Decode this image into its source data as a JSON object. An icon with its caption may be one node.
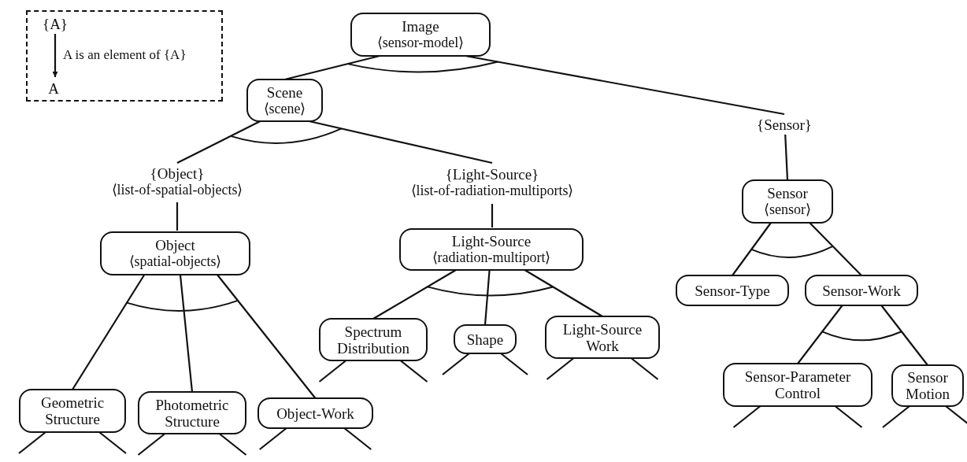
{
  "diagram": {
    "nodes": [
      {
        "text": [],
        "shape": "box"
      },
      {
        "text": [
          "{A}"
        ],
        "in": 0
      },
      {
        "text": [
          "A"
        ],
        "in": 0
      },
      {
        "text": [
          "Image",
          "⟨sensor-model⟩"
        ]
      },
      {
        "text": [
          "Scene",
          "⟨scene⟩"
        ]
      },
      {
        "text": [
          "{Sensor}"
        ]
      },
      {
        "text": [
          "{Object}",
          "⟨list-of-spatial-objects⟩"
        ]
      },
      {
        "text": [
          "{Light-Source}",
          "⟨list-of-radiation-multiports⟩"
        ]
      },
      {
        "text": [
          "Object",
          "⟨spatial-objects⟩"
        ]
      },
      {
        "text": [
          "Light-Source",
          "⟨radiation-multiport⟩"
        ]
      },
      {
        "text": [
          "Sensor",
          "⟨sensor⟩"
        ]
      },
      {
        "text": [
          "Geometric Structure"
        ]
      },
      {
        "text": [
          "Photometric Structure"
        ]
      },
      {
        "text": [
          "Object-Work"
        ]
      },
      {
        "text": [
          "Spectrum Distribution"
        ]
      },
      {
        "text": [
          "Shape"
        ]
      },
      {
        "text": [
          "Light-Source Work"
        ]
      },
      {
        "text": [
          "Sensor-Type"
        ]
      },
      {
        "text": [
          "Sensor-Work"
        ]
      },
      {
        "text": [
          "Sensor-Parameter Control"
        ]
      },
      {
        "text": [
          "Sensor Motion"
        ]
      }
    ],
    "edges": [
      {
        "from": 1,
        "to": 2,
        "arrow": "to",
        "label": "A is an element of {A}"
      },
      {
        "from": 3,
        "to": 4,
        "arrow": "none"
      },
      {
        "from": 3,
        "to": 5,
        "arrow": "none"
      },
      {
        "from": 4,
        "to": 6,
        "arrow": "none"
      },
      {
        "from": 4,
        "to": 7,
        "arrow": "none"
      },
      {
        "from": 6,
        "to": 8,
        "arrow": "none"
      },
      {
        "from": 7,
        "to": 9,
        "arrow": "none"
      },
      {
        "from": 5,
        "to": 10,
        "arrow": "none"
      },
      {
        "from": 8,
        "to": 11,
        "arrow": "none"
      },
      {
        "from": 8,
        "to": 12,
        "arrow": "none"
      },
      {
        "from": 8,
        "to": 13,
        "arrow": "none"
      },
      {
        "from": 9,
        "to": 14,
        "arrow": "none"
      },
      {
        "from": 9,
        "to": 15,
        "arrow": "none"
      },
      {
        "from": 9,
        "to": 16,
        "arrow": "none"
      },
      {
        "from": 10,
        "to": 17,
        "arrow": "none"
      },
      {
        "from": 10,
        "to": 18,
        "arrow": "none"
      },
      {
        "from": 18,
        "to": 19,
        "arrow": "none"
      },
      {
        "from": 18,
        "to": 20,
        "arrow": "none"
      },
      {
        "from": 11,
        "to": null,
        "arrow": "none"
      },
      {
        "from": 11,
        "to": null,
        "arrow": "none"
      },
      {
        "from": 12,
        "to": null,
        "arrow": "none"
      },
      {
        "from": 12,
        "to": null,
        "arrow": "none"
      },
      {
        "from": 13,
        "to": null,
        "arrow": "none"
      },
      {
        "from": 13,
        "to": null,
        "arrow": "none"
      },
      {
        "from": 14,
        "to": null,
        "arrow": "none"
      },
      {
        "from": 14,
        "to": null,
        "arrow": "none"
      },
      {
        "from": 15,
        "to": null,
        "arrow": "none"
      },
      {
        "from": 15,
        "to": null,
        "arrow": "none"
      },
      {
        "from": 16,
        "to": null,
        "arrow": "none"
      },
      {
        "from": 16,
        "to": null,
        "arrow": "none"
      },
      {
        "from": 19,
        "to": null,
        "arrow": "none"
      },
      {
        "from": 19,
        "to": null,
        "arrow": "none"
      },
      {
        "from": 20,
        "to": null,
        "arrow": "none"
      },
      {
        "from": 20,
        "to": null,
        "arrow": "none"
      }
    ]
  }
}
